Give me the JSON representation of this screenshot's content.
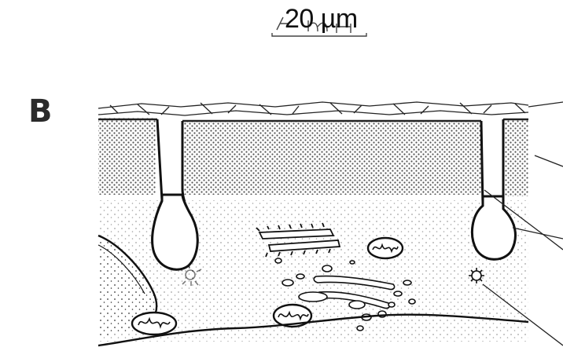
{
  "figure": {
    "panel_label": "B",
    "scale_bar": {
      "label": "20 µm",
      "handwritten_note": "4 μ"
    }
  }
}
